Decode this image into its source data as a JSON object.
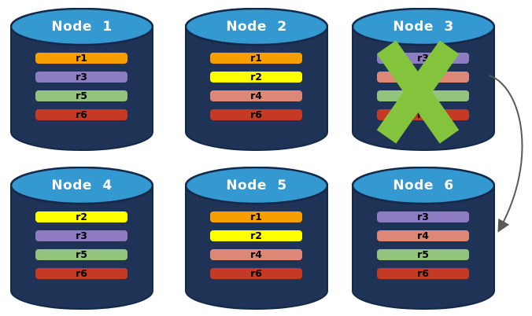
{
  "colors": {
    "background": "#FFFFFF",
    "cylinder_body": "#1E3355",
    "cylinder_outline": "#13294A",
    "cylinder_top": "#3498D1",
    "title_text": "#FFFFFF",
    "bar_text": "#000000",
    "x_mark": "#84C43C",
    "arrow": "#595959"
  },
  "replica_colors": {
    "r1": "#F79F00",
    "r2": "#FFFF00",
    "r3": "#8E7CC3",
    "r4": "#DD8877",
    "r5": "#93C47D",
    "r6": "#C53A24"
  },
  "nodes": [
    {
      "title": "Node 1",
      "replicas": [
        "r1",
        "r3",
        "r5",
        "r6"
      ],
      "failed": false
    },
    {
      "title": "Node 2",
      "replicas": [
        "r1",
        "r2",
        "r4",
        "r6"
      ],
      "failed": false
    },
    {
      "title": "Node 3",
      "replicas": [
        "r3",
        "r4",
        "r5",
        "r6"
      ],
      "failed": true
    },
    {
      "title": "Node 4",
      "replicas": [
        "r2",
        "r3",
        "r5",
        "r6"
      ],
      "failed": false
    },
    {
      "title": "Node 5",
      "replicas": [
        "r1",
        "r2",
        "r4",
        "r6"
      ],
      "failed": false
    },
    {
      "title": "Node 6",
      "replicas": [
        "r3",
        "r4",
        "r5",
        "r6"
      ],
      "failed": false
    }
  ],
  "annotations": {
    "failed_node": "Node 3",
    "arrow": {
      "from": "Node 3",
      "to": "Node 6"
    }
  }
}
